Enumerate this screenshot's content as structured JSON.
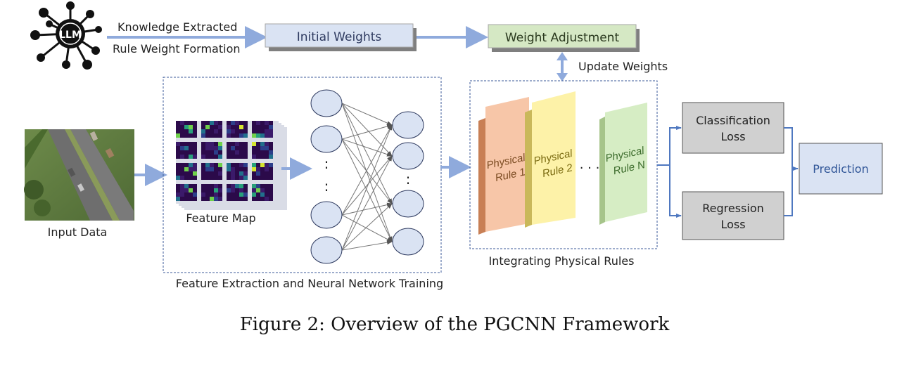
{
  "llm": {
    "label": "LLM"
  },
  "knowledge": {
    "line1": "Knowledge Extracted",
    "line2": "Rule Weight Formation"
  },
  "initial_weights": {
    "label": "Initial Weights"
  },
  "weight_adjustment": {
    "label": "Weight Adjustment"
  },
  "update_weights": {
    "label": "Update Weights"
  },
  "input": {
    "label": "Input Data"
  },
  "feature_map": {
    "label": "Feature Map"
  },
  "network": {
    "ellipsis": ":"
  },
  "feature_section": {
    "label": "Feature Extraction and Neural Network Training"
  },
  "rules": {
    "rule1": {
      "line1": "Physical",
      "line2": "Rule 1"
    },
    "rule2": {
      "line1": "Physical",
      "line2": "Rule 2"
    },
    "ellipsis": ". . .",
    "ruleN": {
      "line1": "Physical",
      "line2": "Rule N"
    },
    "section_label": "Integrating Physical Rules"
  },
  "losses": {
    "classification": {
      "line1": "Classification",
      "line2": "Loss"
    },
    "regression": {
      "line1": "Regression",
      "line2": "Loss"
    }
  },
  "prediction": {
    "label": "Prediction"
  },
  "caption": "Figure 2: Overview of the PGCNN Framework",
  "colors": {
    "arrow": "#8faadc",
    "initial_weights_fill": "#dae3f3",
    "weight_adjustment_fill": "#d5e8c4",
    "node_fill": "#dae3f3",
    "rule1_fill": "#f7c6a8",
    "rule2_fill": "#fdf2a8",
    "ruleN_fill": "#d6edc4",
    "loss_fill": "#d0d0d0",
    "prediction_fill": "#dae3f3",
    "dashed_border": "#3b5998"
  }
}
